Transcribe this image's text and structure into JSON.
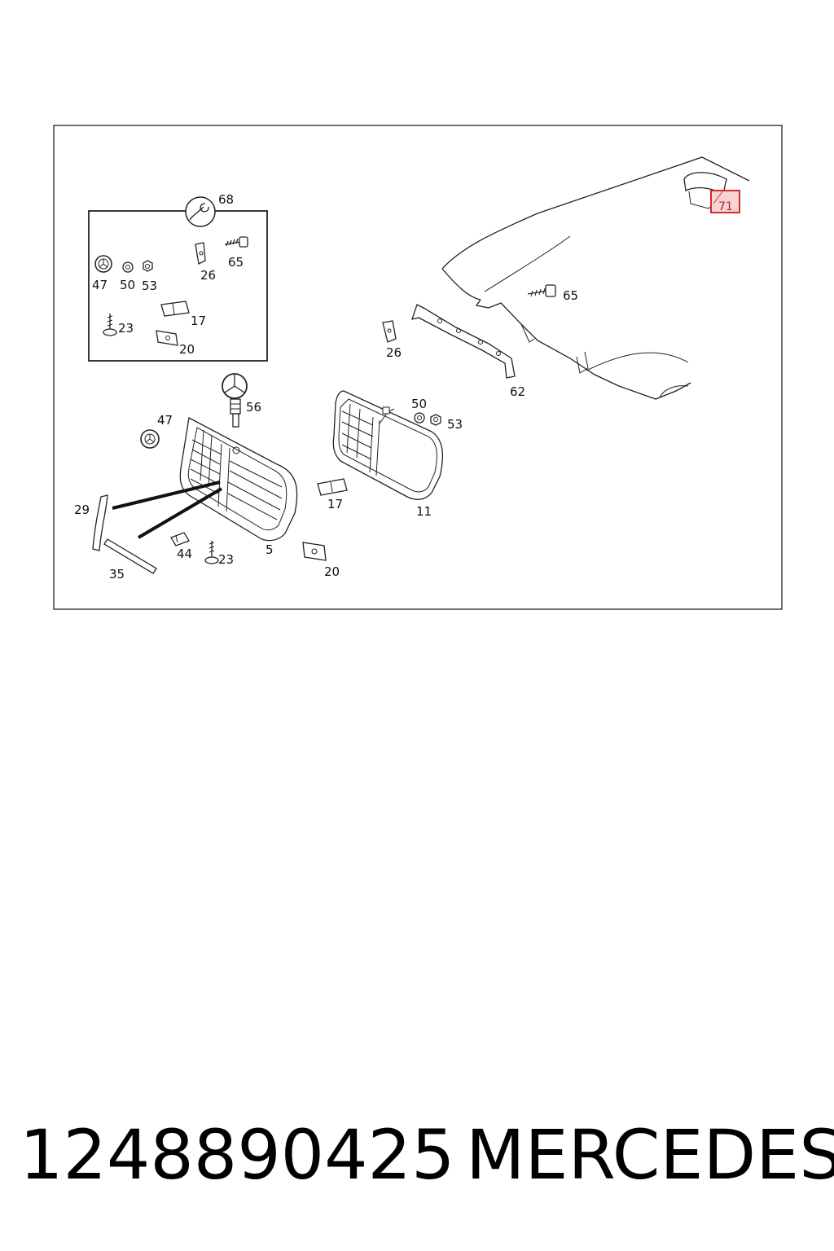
{
  "labels": {
    "inset_68": "68",
    "inset_65": "65",
    "inset_26": "26",
    "inset_47": "47",
    "inset_50": "50",
    "inset_53": "53",
    "inset_17": "17",
    "inset_23": "23",
    "inset_20": "20",
    "hood_71": "71",
    "hood_65": "65",
    "seal_62": "62",
    "clip_26": "26",
    "star_56": "56",
    "badge_47": "47",
    "trim_29": "29",
    "trim_35": "35",
    "clip_44": "44",
    "screw_23": "23",
    "grille_5": "5",
    "clip_17": "17",
    "clip_20": "20",
    "grille_11": "11",
    "washer_50": "50",
    "nut_53": "53"
  },
  "footer": {
    "part_number": "1248890425",
    "brand": "MERCEDES"
  },
  "colors": {
    "highlight_fill": "#f7d4d4",
    "highlight_stroke": "#d22b2b"
  }
}
